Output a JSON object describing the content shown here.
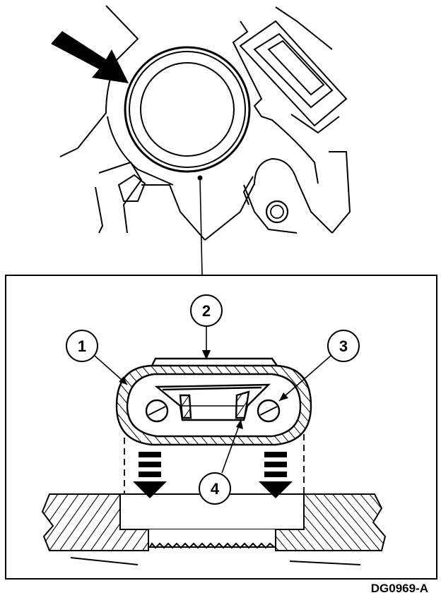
{
  "diagram": {
    "callouts": [
      {
        "id": "1",
        "label": "1"
      },
      {
        "id": "2",
        "label": "2"
      },
      {
        "id": "3",
        "label": "3"
      },
      {
        "id": "4",
        "label": "4"
      }
    ],
    "figure_code": "DG0969-A",
    "colors": {
      "ink": "#000000",
      "paper": "#ffffff"
    }
  }
}
